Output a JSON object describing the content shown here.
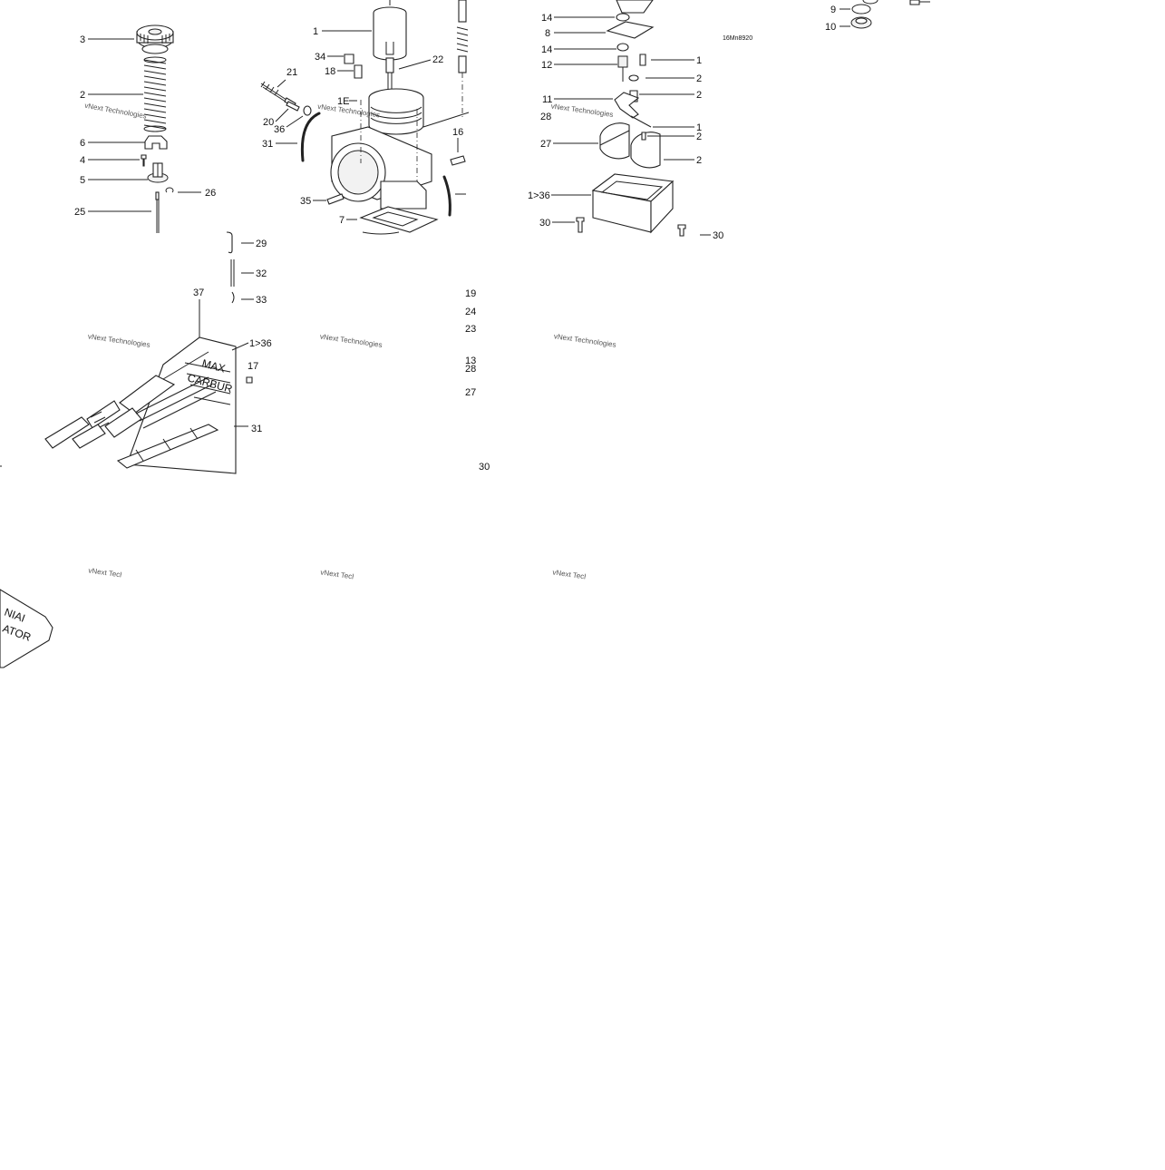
{
  "diagram": {
    "drawing_code": "16Mn8920",
    "watermark": "vNext Technologies",
    "callouts_top_left": [
      "3",
      "2",
      "6",
      "4",
      "5",
      "26",
      "25"
    ],
    "callouts_top_mid": [
      "1",
      "34",
      "18",
      "21",
      "22",
      "1E",
      "20",
      "36",
      "31",
      "16",
      "35",
      "7"
    ],
    "callouts_top_right": [
      "14",
      "8",
      "14",
      "12",
      "11",
      "28",
      "27",
      "1>36",
      "30",
      "30"
    ],
    "callouts_far_right": [
      "9",
      "10"
    ],
    "callouts_mid_left": [
      "29",
      "32",
      "33",
      "37",
      "1>36",
      "17",
      "31"
    ],
    "callouts_mid_col": [
      "19",
      "24",
      "23",
      "13",
      "28",
      "27",
      "30"
    ],
    "truncated_labels": [
      "1",
      "2",
      "2",
      "1",
      "2",
      "2"
    ]
  }
}
